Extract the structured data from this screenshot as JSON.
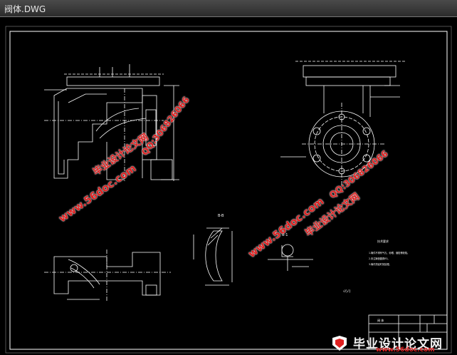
{
  "window": {
    "title": "阀体.DWG"
  },
  "drawing": {
    "section_label": "B-B",
    "detail_label": "B-1",
    "tech_notes_title": "技术要求",
    "tech_notes": [
      "1.铸件不得有气孔、砂眼、缩松等缺陷。",
      "2.未注铸造圆角R3。",
      "3.铸件须经时效处理。"
    ],
    "roughness_mark": "√(√)",
    "title_block": {
      "name_cell": "阀 体"
    }
  },
  "watermarks": {
    "site": "www.56doc.com",
    "qq": "QQ:306826066",
    "brand_cn": "毕业设计论文网"
  },
  "brand": {
    "name": "毕业设计论文网",
    "url": "www.56doc.com"
  },
  "colors": {
    "line": "#ffffff",
    "watermark": "#e02020",
    "background": "#000000"
  }
}
